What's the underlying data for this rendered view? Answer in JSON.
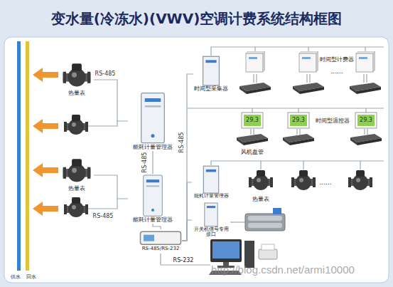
{
  "diagram": {
    "title": "变水量(冷冻水)(VWV)空调计费系统结构框图",
    "nodes": [
      {
        "text": [
          "热量表"
        ]
      },
      {
        "text": [
          "热量表"
        ]
      },
      {
        "text": [
          "能耗计量管理器"
        ]
      },
      {
        "text": [
          "能耗计量管理器"
        ]
      },
      {
        "text": [
          "RS-485/RS-232"
        ]
      },
      {
        "text": [
          "时间型采集器"
        ]
      },
      {
        "text": [
          "能耗计量管理器"
        ]
      },
      {
        "text": [
          "开关机信号专用接口"
        ]
      }
    ],
    "edges": [
      {
        "from": 0,
        "to": 2,
        "label": "RS-485",
        "arrow": "none"
      },
      {
        "from": 1,
        "to": 3,
        "label": "RS-485",
        "arrow": "none"
      },
      {
        "from": 2,
        "to": 3,
        "label": "RS-485",
        "arrow": "none"
      },
      {
        "from": 3,
        "to": 4,
        "arrow": "none"
      },
      {
        "from": 4,
        "to": 5,
        "label": "RS-485",
        "arrow": "none"
      },
      {
        "from": 4,
        "to": 6,
        "arrow": "none"
      },
      {
        "from": 4,
        "to": 7,
        "arrow": "none"
      }
    ],
    "labels": [
      "供水",
      "回水",
      "RS-232",
      "时间型计费器",
      "......",
      "29.3",
      "29.3",
      "29.3",
      "时间型温控器",
      "风机盘管",
      "......",
      "热量表",
      "http://blog.csdn.net/armi10000"
    ]
  }
}
